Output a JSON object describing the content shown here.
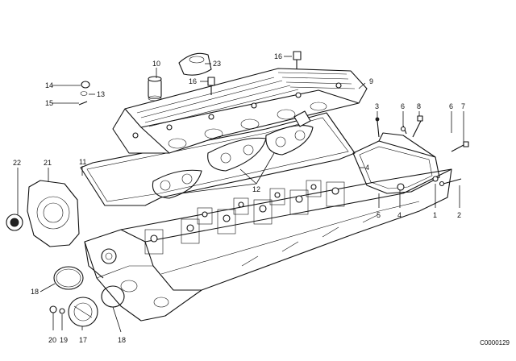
{
  "callouts": {
    "c1": "1",
    "c2": "2",
    "c3": "3",
    "c4a": "4",
    "c4b": "4",
    "c5": "5",
    "c6a": "6",
    "c6b": "6",
    "c7": "7",
    "c8": "8",
    "c9": "9",
    "c10": "10",
    "c11": "11",
    "c12": "12",
    "c13": "13",
    "c14": "14",
    "c15": "15",
    "c16a": "16",
    "c16b": "16",
    "c17": "17",
    "c18a": "18",
    "c18b": "18",
    "c19": "19",
    "c20": "20",
    "c21": "21",
    "c22": "22",
    "c23": "23"
  },
  "image_code": "C0000129"
}
